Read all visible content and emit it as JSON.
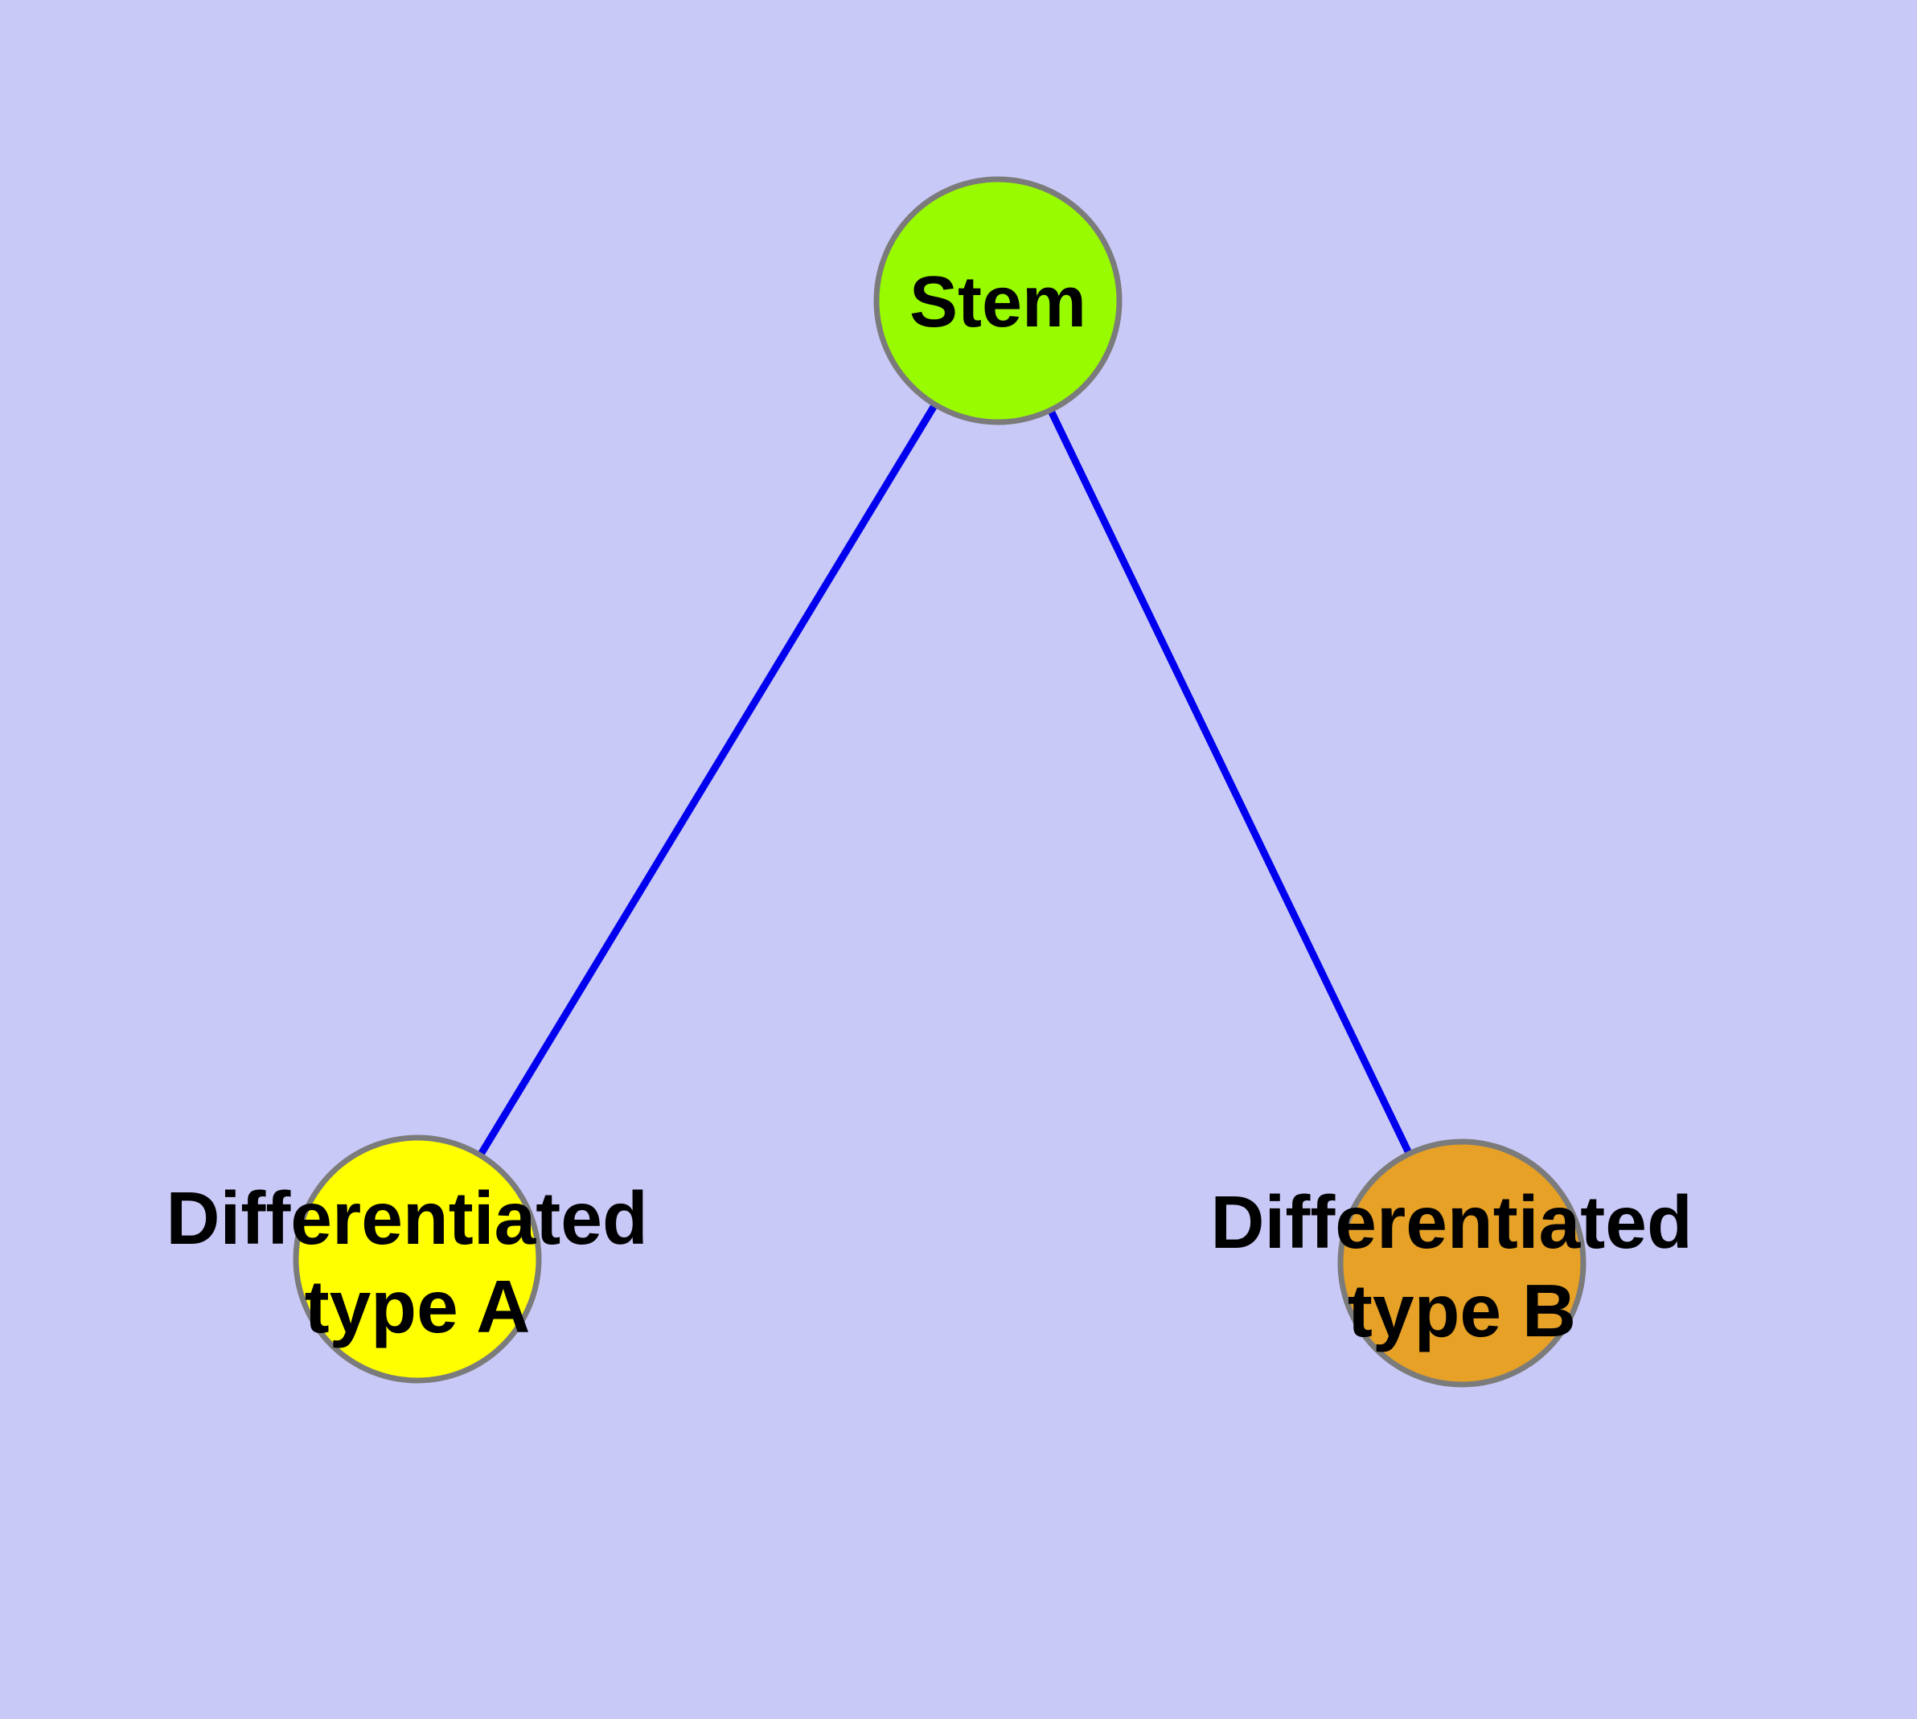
{
  "diagram": {
    "title": "stem-cell-differentiation-graph",
    "background_color": "#c9c9f8",
    "edge_color": "#0000ee",
    "node_border_color": "#7b7b7b",
    "nodes": {
      "stem": {
        "label": "Stem",
        "fill": "#99fb00"
      },
      "diff_a": {
        "label_line1": "Differentiated",
        "label_line2": "type A",
        "fill": "#ffff00"
      },
      "diff_b": {
        "label_line1": "Differentiated",
        "label_line2": "type B",
        "fill": "#e6a126"
      }
    },
    "edges": [
      {
        "from": "stem",
        "to": "diff_a"
      },
      {
        "from": "stem",
        "to": "diff_b"
      }
    ]
  }
}
